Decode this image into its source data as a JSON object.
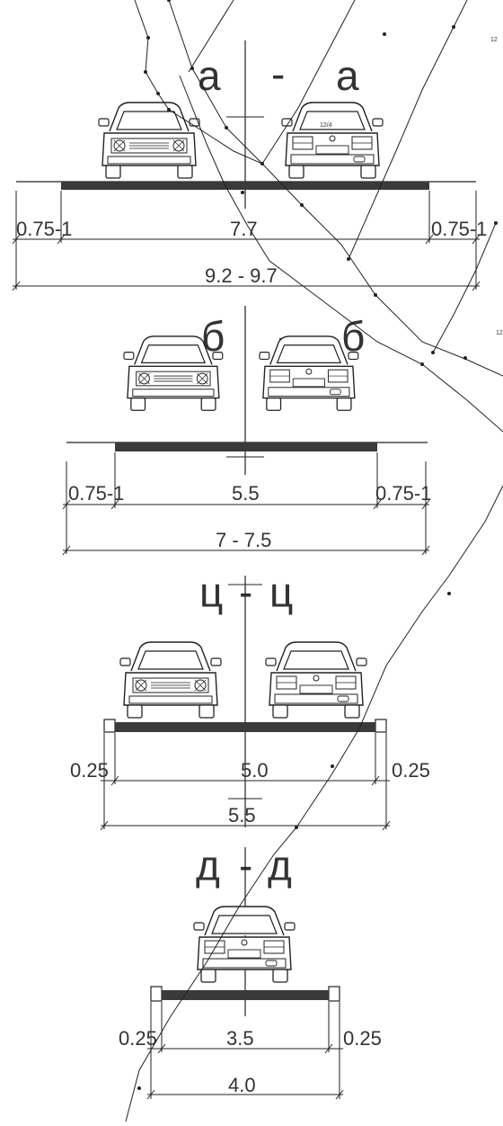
{
  "colors": {
    "line": "#222222",
    "road": "#3a3a3a",
    "text": "#333333",
    "background": "#ffffff"
  },
  "sections": [
    {
      "label_left": "а",
      "separator": "-",
      "label_right": "а",
      "shoulder_left": "0.75-1",
      "lanes_width": "7.7",
      "shoulder_right": "0.75-1",
      "total_width": "9.2 - 9.7",
      "car_left_plate": "",
      "car_right_plate": "12/4"
    },
    {
      "label_left": "б",
      "separator": "-",
      "label_right": "б",
      "shoulder_left": "0.75-1",
      "lanes_width": "5.5",
      "shoulder_right": "0.75-1",
      "total_width": "7 - 7.5"
    },
    {
      "label_left": "ц",
      "separator": "-",
      "label_right": "ц",
      "shoulder_left": "0.25",
      "lanes_width": "5.0",
      "shoulder_right": "0.25",
      "total_width": "5.5"
    },
    {
      "label_left": "д",
      "separator": "-",
      "label_right": "д",
      "shoulder_left": "0.25",
      "lanes_width": "3.5",
      "shoulder_right": "0.25",
      "total_width": "4.0"
    }
  ],
  "edge_marks": [
    "12",
    "12"
  ]
}
